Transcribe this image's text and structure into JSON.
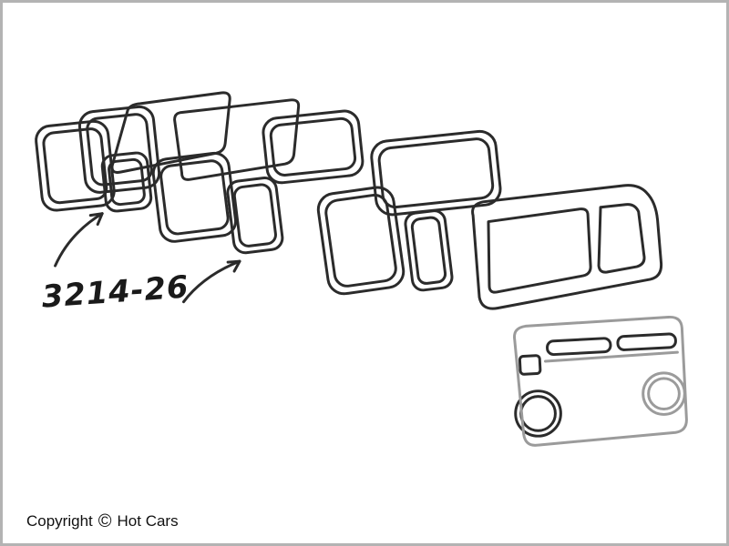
{
  "page": {
    "background": "#ffffff",
    "border_color": "#b3b3b3"
  },
  "diagram": {
    "part_number": "3214-26",
    "line_color": "#2b2b2b",
    "panel_line_color": "#9b9b9b",
    "part_number_color": "#1a1a1a"
  },
  "footer": {
    "prefix": "Copyright",
    "symbol": "©",
    "name": "Hot Cars"
  }
}
